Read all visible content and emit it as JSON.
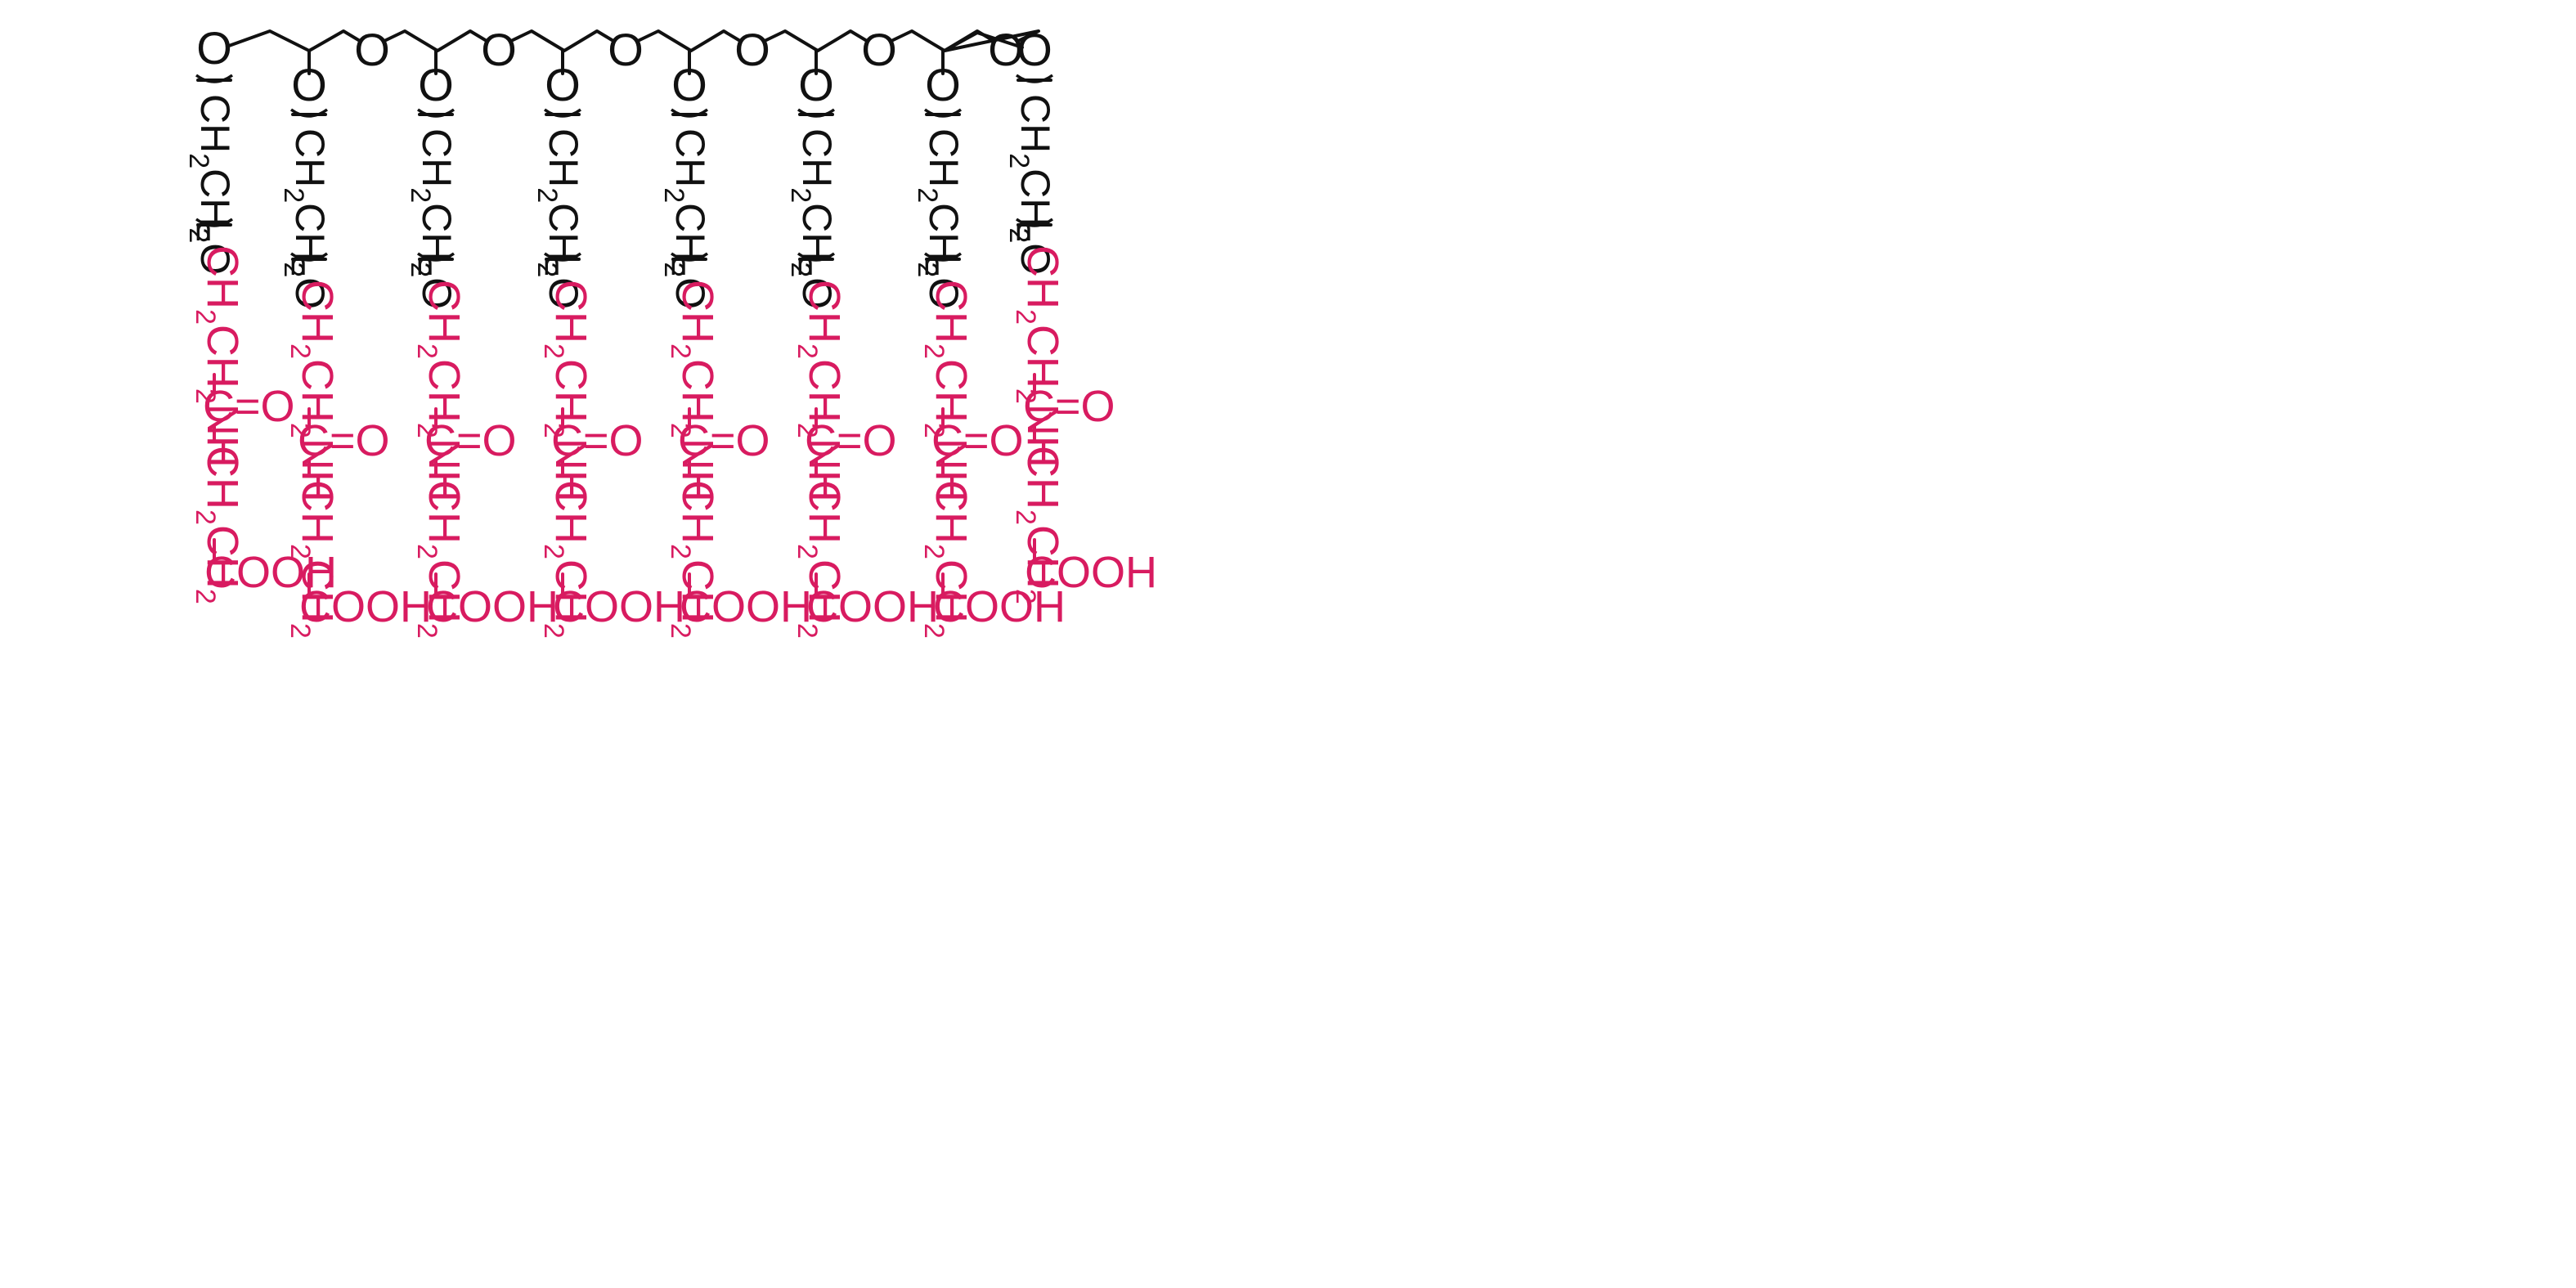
{
  "molecule": {
    "colors": {
      "backbone": "#111111",
      "functional_group": "#d81b60"
    },
    "backbone": {
      "ether_oxygen_label": "O",
      "ether_oxygen_count": 6
    },
    "arm_count": 8,
    "arm": {
      "ether_oxygen_label": "O",
      "peg_unit": {
        "main": "CH",
        "sub": "2",
        "main2": "CH",
        "sub2": "2",
        "tail": "O"
      },
      "repeat_index": "n",
      "amine": {
        "main": "CH",
        "sub": "2",
        "main2": "CH",
        "sub2": "2",
        "tail": "NH"
      },
      "carbonyl": {
        "carbon": "C",
        "double_bond": "=",
        "oxygen": "O"
      },
      "linker": {
        "main": "CH",
        "sub": "2",
        "main2": "CH",
        "sub2": "2"
      },
      "terminal": "COOH"
    }
  }
}
